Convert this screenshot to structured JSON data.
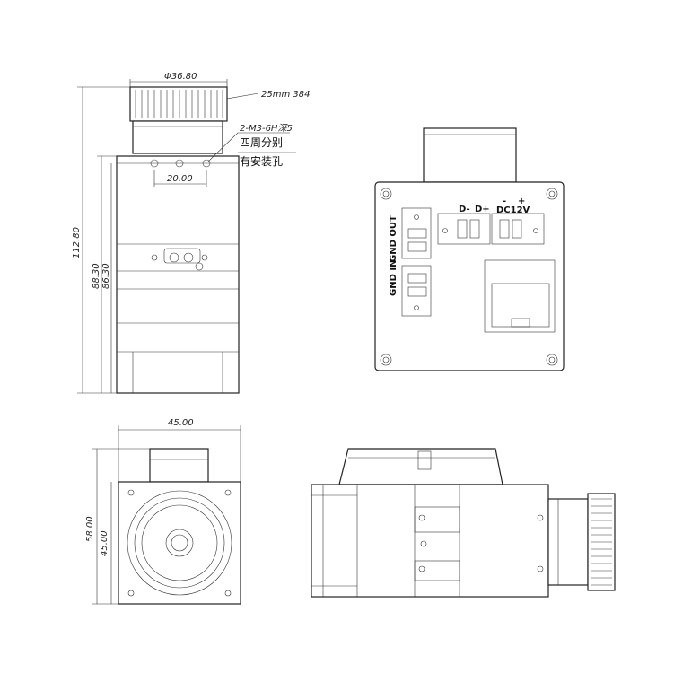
{
  "dimensions": {
    "lens_diameter": "Φ36.80",
    "lens_note": "25mm 384",
    "thread_note": "2-M3-6H深5",
    "mount_note_line1": "四周分别",
    "mount_note_line2": "有安装孔",
    "hole_spacing": "20.00",
    "total_height": "112.80",
    "body_height_a": "88.30",
    "body_height_b": "86.30",
    "front_width": "45.00",
    "front_height_outer": "58.00",
    "front_height_inner": "45.00"
  },
  "rear_panel": {
    "rs485_minus": "D-",
    "rs485_plus": "D+",
    "power_minus": "-",
    "power_plus": "+",
    "power_label": "DC12V",
    "io_label_1": "GND OUT",
    "io_label_2": "GND IN"
  }
}
